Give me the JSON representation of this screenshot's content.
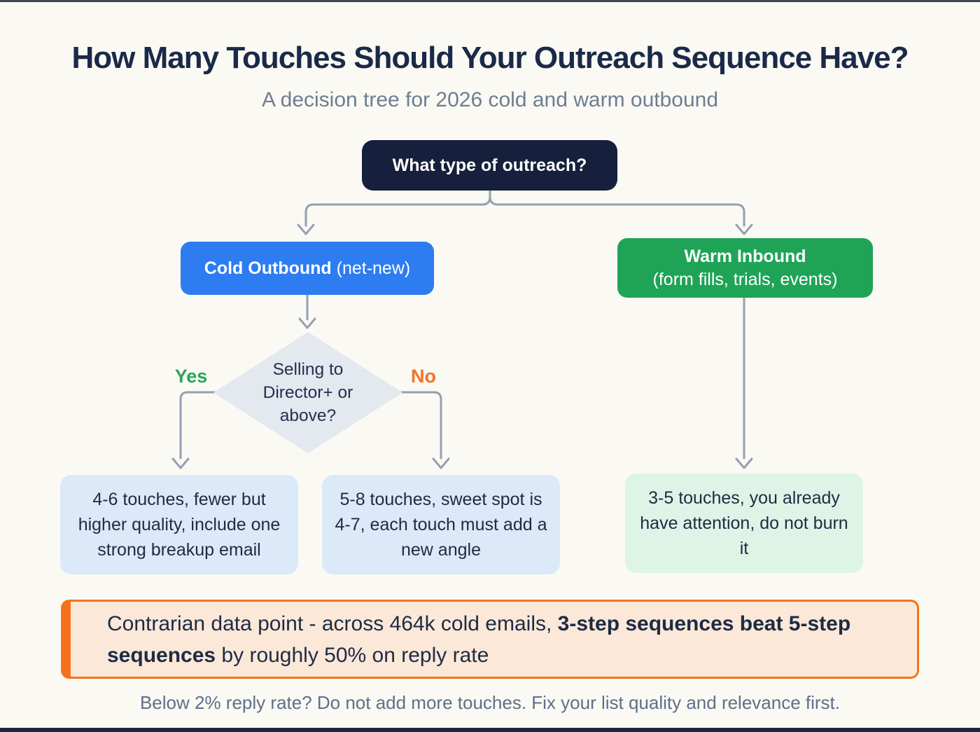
{
  "page": {
    "title": "How Many Touches Should Your Outreach Sequence Have?",
    "subtitle": "A decision tree for 2026 cold and warm outbound"
  },
  "tree": {
    "root": {
      "label": "What type of outreach?"
    },
    "branch_cold": {
      "name": "Cold Outbound",
      "qualifier": " (net-new)"
    },
    "branch_warm": {
      "name": "Warm Inbound",
      "qualifier": "(form fills, trials, events)"
    },
    "decision": {
      "question": "Selling to Director+ or above?",
      "yes_label": "Yes",
      "no_label": "No"
    },
    "outcomes": [
      {
        "text": "4-6 touches, fewer but higher quality, include one strong breakup email"
      },
      {
        "text": "5-8 touches, sweet spot is 4-7, each touch must add a new angle"
      },
      {
        "text": "3-5 touches, you already have attention, do not burn it"
      }
    ]
  },
  "callout": {
    "text_before": "Contrarian data point - across 464k cold emails, ",
    "text_bold": "3-step sequences beat 5-step sequences",
    "text_after": " by roughly 50% on reply rate"
  },
  "footer": {
    "note": "Below 2% reply rate? Do not add more touches. Fix your list quality and relevance first."
  },
  "colors": {
    "background": "#faf9f3",
    "navy": "#161f3b",
    "title_text": "#1b2949",
    "subtitle_text": "#6e7d92",
    "cold_blue": "#2d7cf2",
    "warm_green": "#1fa457",
    "diamond_fill": "#e4e8ef",
    "yes_green": "#29a65a",
    "no_orange": "#f4722b",
    "outcome_blue": "#dbe9f9",
    "outcome_green": "#def4e6",
    "callout_fill": "#fbe8d8",
    "callout_border": "#f4731a",
    "connector_gray": "#94a0b2",
    "footer_text": "#5d7089"
  }
}
